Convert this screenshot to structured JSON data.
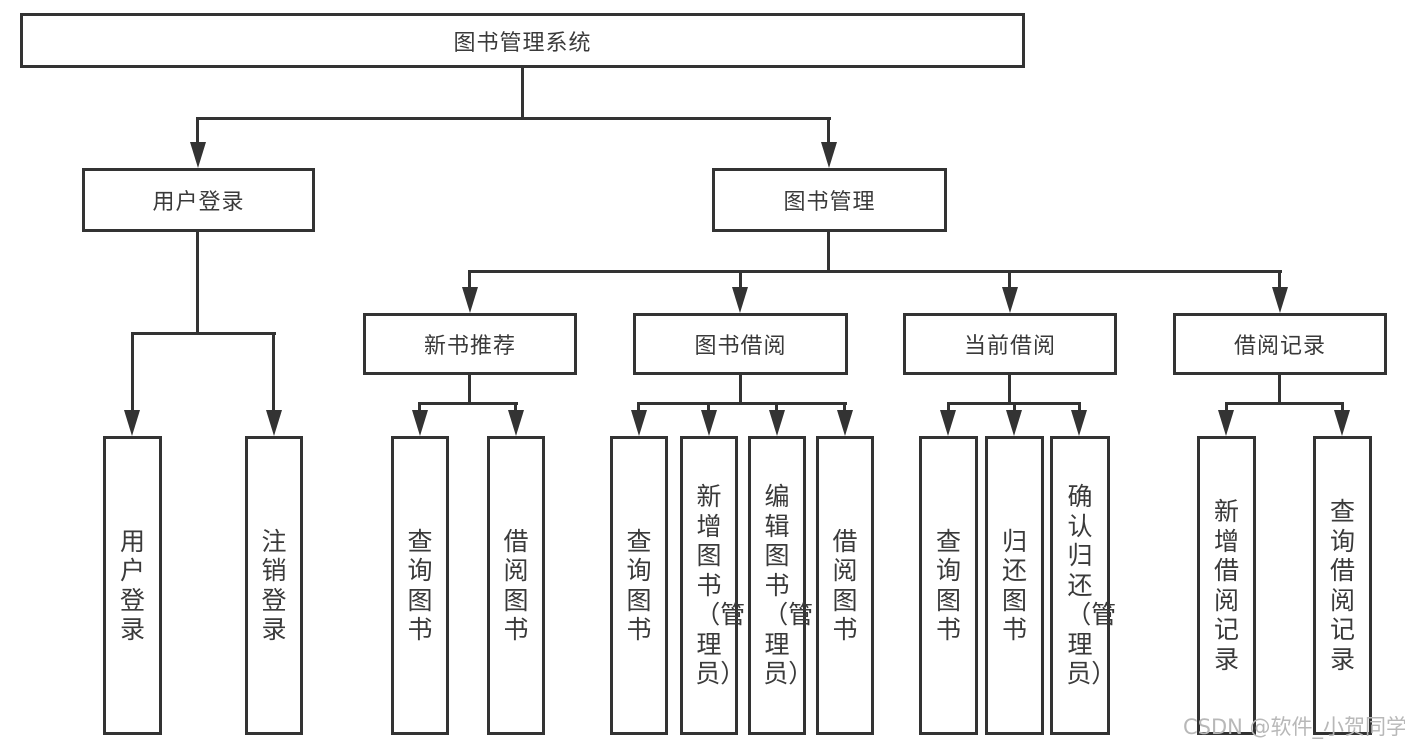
{
  "title": "图书管理系统",
  "tree": {
    "root": {
      "label": "图书管理系统",
      "children": [
        {
          "label": "用户登录",
          "children": [
            {
              "label": "用户登录"
            },
            {
              "label": "注销登录"
            }
          ]
        },
        {
          "label": "图书管理",
          "children": [
            {
              "label": "新书推荐",
              "children": [
                {
                  "label": "查询图书"
                },
                {
                  "label": "借阅图书"
                }
              ]
            },
            {
              "label": "图书借阅",
              "children": [
                {
                  "label": "查询图书"
                },
                {
                  "label": "新增图书（管理员）"
                },
                {
                  "label": "编辑图书（管理员）"
                },
                {
                  "label": "借阅图书"
                }
              ]
            },
            {
              "label": "当前借阅",
              "children": [
                {
                  "label": "查询图书"
                },
                {
                  "label": "归还图书"
                },
                {
                  "label": "确认归还（管理员）"
                }
              ]
            },
            {
              "label": "借阅记录",
              "children": [
                {
                  "label": "新增借阅记录"
                },
                {
                  "label": "查询借阅记录"
                }
              ]
            }
          ]
        }
      ]
    }
  },
  "watermark": {
    "text": "CSDN @软件_小贺同学"
  },
  "colors": {
    "line": "#333333",
    "text": "#3a3a3a",
    "background": "#ffffff",
    "watermark": "#b8b8b8"
  }
}
